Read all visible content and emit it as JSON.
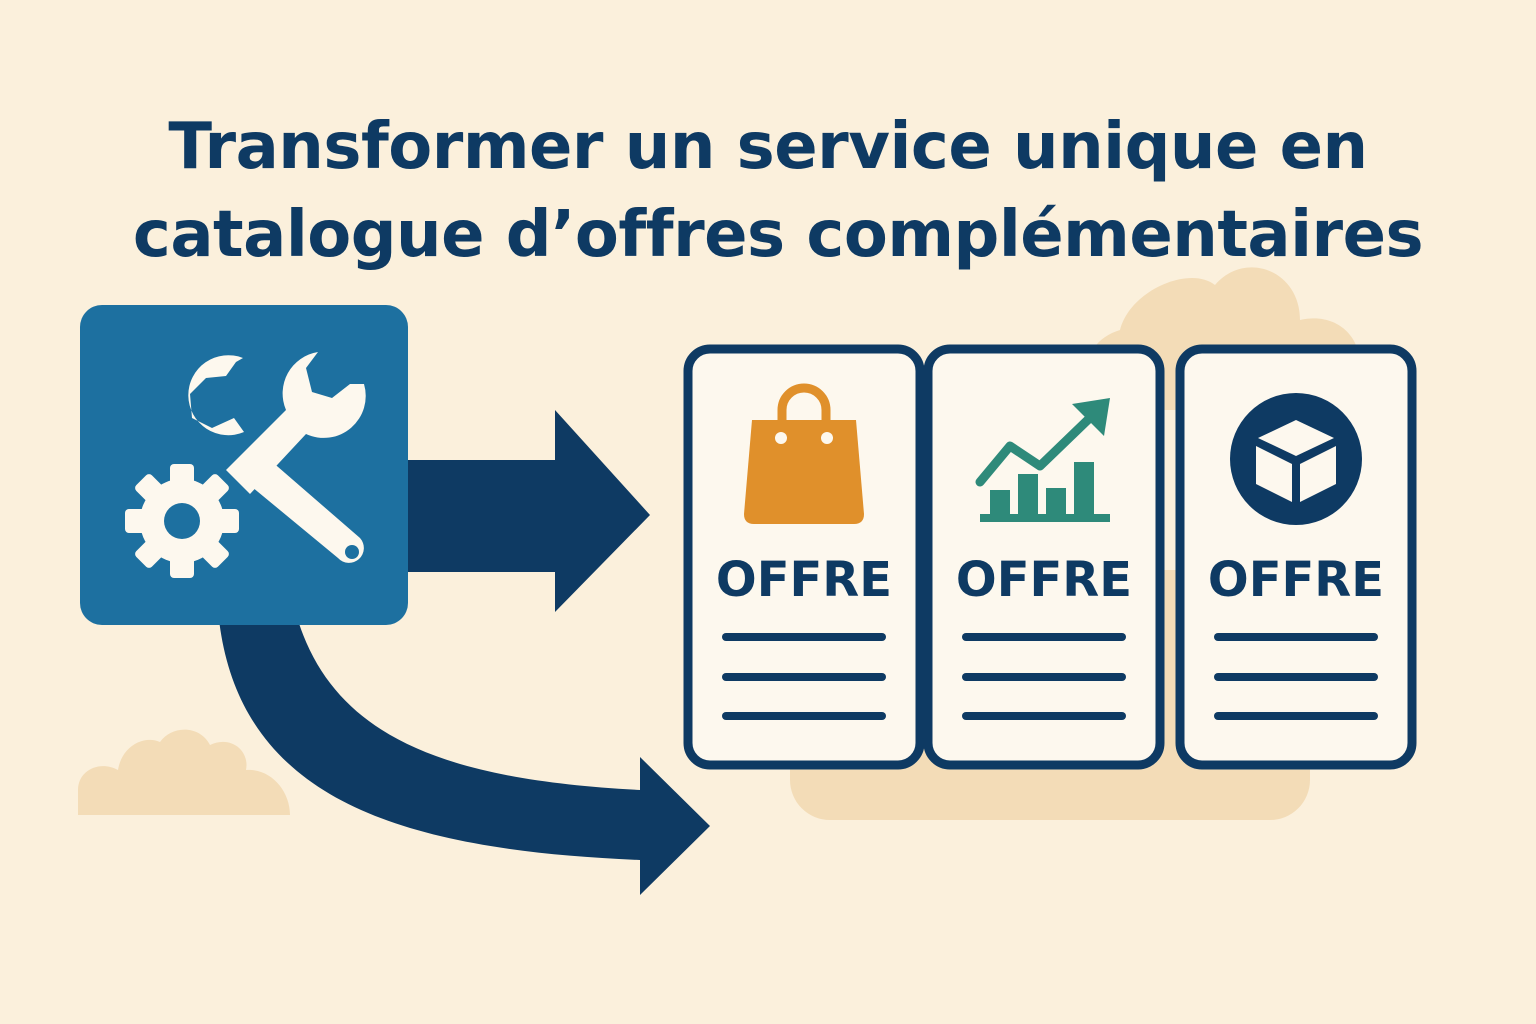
{
  "title": {
    "line1": "Transformer un service unique en",
    "line2": "catalogue d’offres complémentaires"
  },
  "source": {
    "icons": [
      "wrench-icon",
      "gear-icon"
    ],
    "color": "#1d70a0"
  },
  "offers": [
    {
      "label": "OFFRE",
      "icon": "shopping-bag-icon",
      "icon_color": "#e0902b"
    },
    {
      "label": "OFFRE",
      "icon": "growth-chart-icon",
      "icon_color": "#2e8a7a"
    },
    {
      "label": "OFFRE",
      "icon": "box-icon",
      "icon_color": "#0e3a63"
    }
  ],
  "colors": {
    "background": "#fbf0dc",
    "navy": "#0e3a63",
    "cloud": "#f3dcb7",
    "card": "#fdf8ee"
  }
}
